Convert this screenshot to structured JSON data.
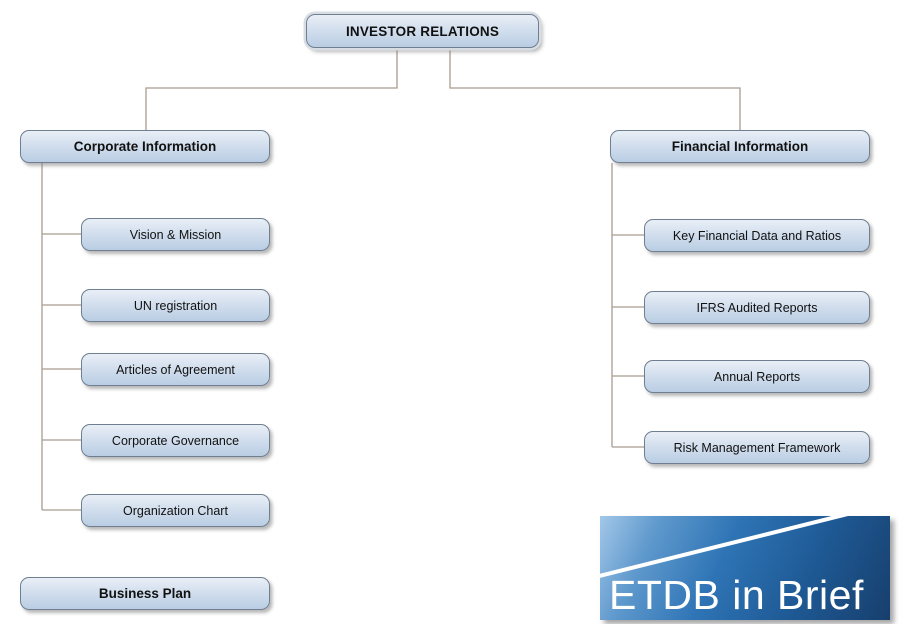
{
  "root": {
    "label": "INVESTOR RELATIONS"
  },
  "branches": [
    {
      "label": "Corporate Information",
      "children": [
        "Vision & Mission",
        "UN registration",
        "Articles of Agreement",
        "Corporate Governance",
        "Organization Chart"
      ]
    },
    {
      "label": "Financial Information",
      "children": [
        "Key Financial Data and Ratios",
        "IFRS Audited Reports",
        "Annual Reports",
        "Risk Management Framework"
      ]
    }
  ],
  "standalone": {
    "label": "Business Plan"
  },
  "logo": {
    "text": "ETDB in Brief"
  },
  "colors": {
    "box_fill_top": "#e9eff6",
    "box_fill_bottom": "#b9cde3",
    "box_border": "#6f7e90",
    "connector": "#a89c90",
    "logo_blue": "#2e74b5",
    "logo_light_blue": "#a3c7e8",
    "logo_dark_blue": "#173f6d",
    "logo_text": "#ffffff"
  }
}
